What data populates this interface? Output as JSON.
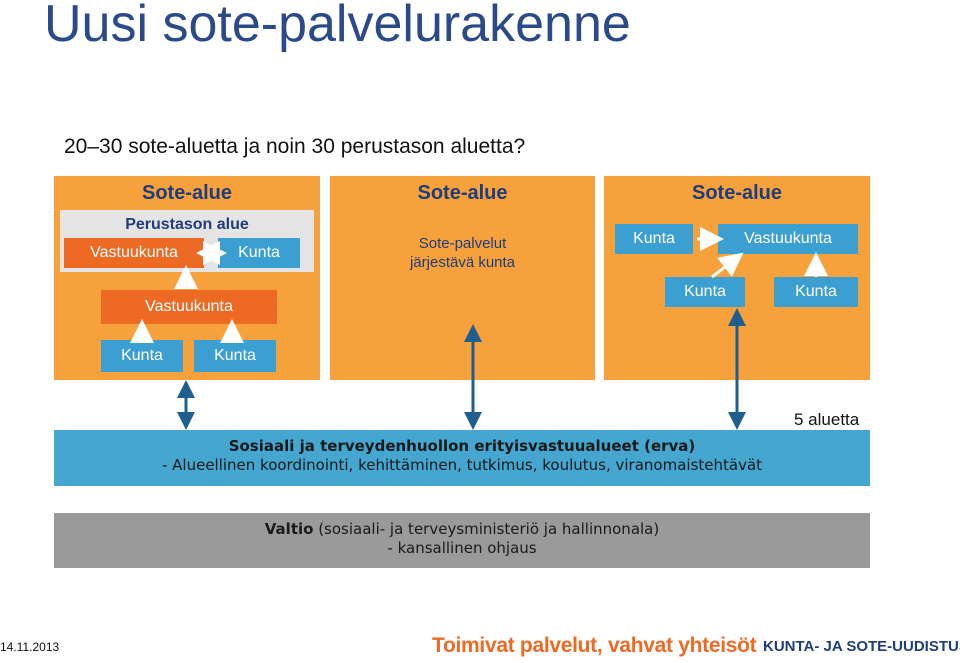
{
  "title": "Uusi sote-palvelurakenne",
  "subtitle": "20–30 sote-aluetta ja noin 30 perustason aluetta?",
  "left_panel": {
    "title": "Sote-alue",
    "perustaso": {
      "title": "Perustason alue",
      "vastuukunta": "Vastuukunta",
      "kunta": "Kunta"
    },
    "vastuukunta": "Vastuukunta",
    "kunta_1": "Kunta",
    "kunta_2": "Kunta"
  },
  "middle_panel": {
    "title": "Sote-alue",
    "line1": "Sote-palvelut",
    "line2": "järjestävä kunta"
  },
  "right_panel": {
    "title": "Sote-alue",
    "kunta_top": "Kunta",
    "vastuukunta": "Vastuukunta",
    "kunta_mid": "Kunta",
    "kunta_right": "Kunta"
  },
  "aluetta_label": "5 aluetta",
  "erva": {
    "line1": "Sosiaali ja terveydenhuollon erityisvastuualueet (erva)",
    "line2": "- Alueellinen koordinointi, kehittäminen, tutkimus, koulutus, viranomaistehtävät"
  },
  "valtio": {
    "line1_bold": "Valtio",
    "line1_rest": " (sosiaali- ja terveysministeriö ja hallinnonala)",
    "line2": "- kansallinen ohjaus"
  },
  "footer": {
    "date": "14.11.2013",
    "slogan": "Toimivat palvelut, vahvat yhteisöt",
    "brand": "KUNTA- JA SOTE-UUDISTUS"
  },
  "colors": {
    "title_blue": "#2a4a8a",
    "panel_orange": "#f7a13c",
    "box_orange": "#ec6a24",
    "box_blue": "#3b9fd1",
    "erva_blue": "#45a6d0",
    "valtio_grey": "#9a9a9a"
  }
}
